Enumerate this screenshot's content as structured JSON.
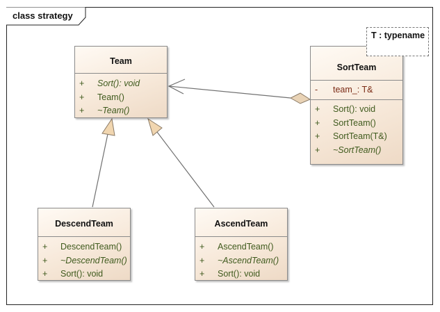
{
  "frame": {
    "title": "class strategy"
  },
  "template_param": {
    "label": "T : typename"
  },
  "classes": {
    "team": {
      "name": "Team",
      "operations": [
        {
          "vis": "+",
          "text": "Sort(): void",
          "italic": true
        },
        {
          "vis": "+",
          "text": "Team()",
          "italic": false
        },
        {
          "vis": "+",
          "text": "~Team()",
          "italic": true
        }
      ]
    },
    "sortteam": {
      "name": "SortTeam",
      "attributes": [
        {
          "vis": "-",
          "text": "team_: T&"
        }
      ],
      "operations": [
        {
          "vis": "+",
          "text": "Sort(): void",
          "italic": false
        },
        {
          "vis": "+",
          "text": "SortTeam()",
          "italic": false
        },
        {
          "vis": "+",
          "text": "SortTeam(T&)",
          "italic": false
        },
        {
          "vis": "+",
          "text": "~SortTeam()",
          "italic": true
        }
      ]
    },
    "descendteam": {
      "name": "DescendTeam",
      "operations": [
        {
          "vis": "+",
          "text": "DescendTeam()",
          "italic": false
        },
        {
          "vis": "+",
          "text": "~DescendTeam()",
          "italic": true
        },
        {
          "vis": "+",
          "text": "Sort(): void",
          "italic": false
        }
      ]
    },
    "ascendteam": {
      "name": "AscendTeam",
      "operations": [
        {
          "vis": "+",
          "text": "AscendTeam()",
          "italic": false
        },
        {
          "vis": "+",
          "text": "~AscendTeam()",
          "italic": true
        },
        {
          "vis": "+",
          "text": "Sort(): void",
          "italic": false
        }
      ]
    }
  }
}
